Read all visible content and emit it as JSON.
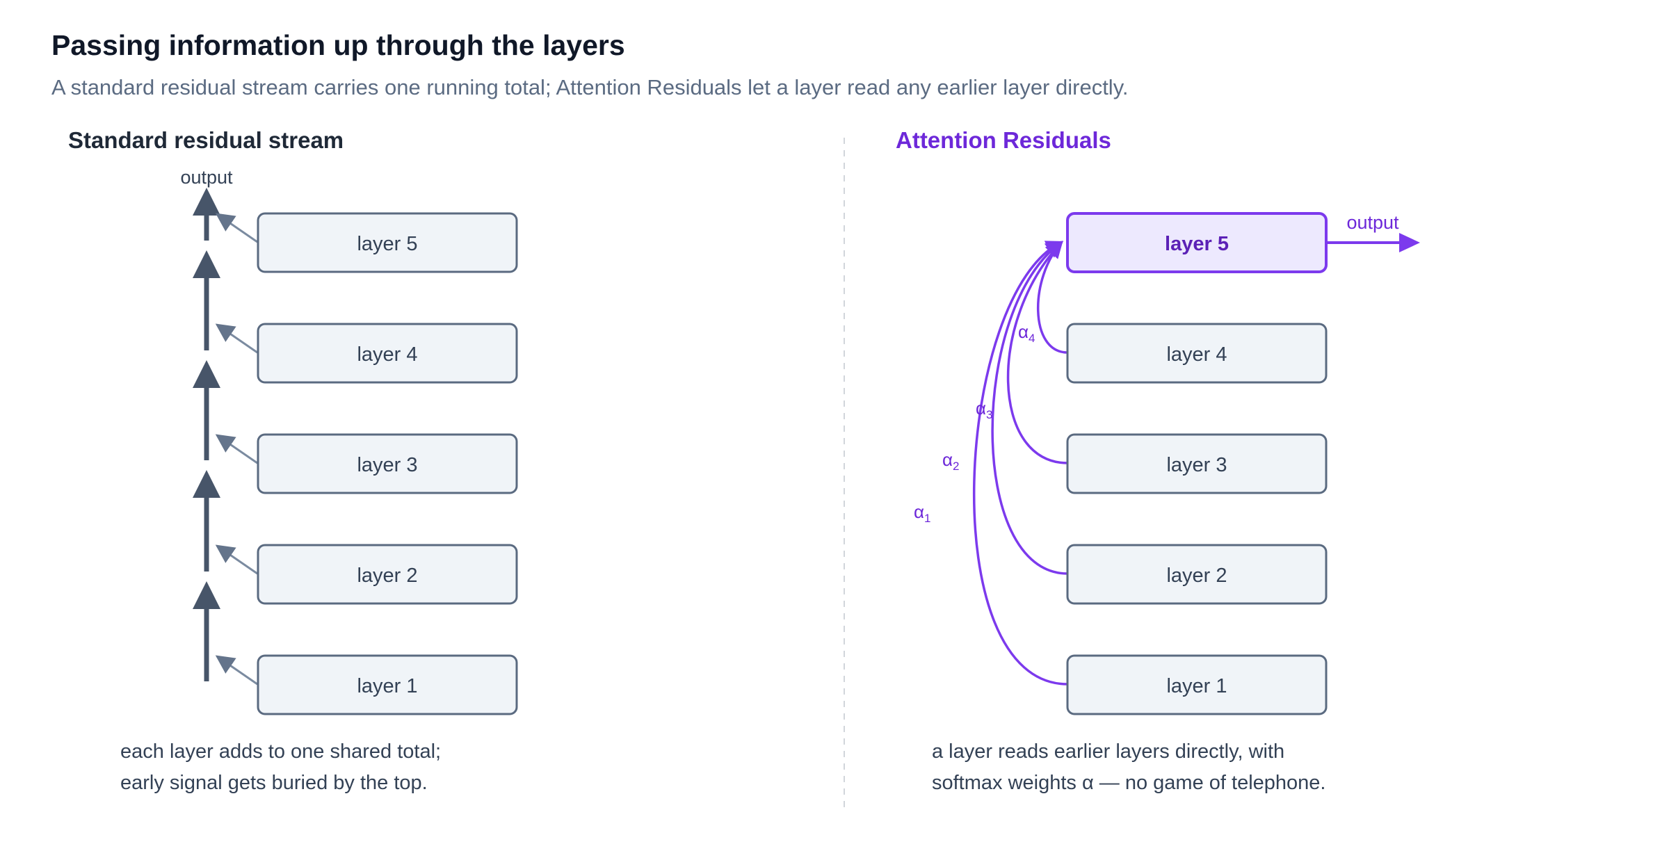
{
  "header": {
    "title": "Passing information up through the layers",
    "subtitle": "A standard residual stream carries one running total; Attention Residuals let a layer read any earlier layer directly."
  },
  "left_panel": {
    "heading": "Standard residual stream",
    "output_label": "output",
    "layers": [
      "layer 1",
      "layer 2",
      "layer 3",
      "layer 4",
      "layer 5"
    ],
    "caption_line1": "each layer adds to one shared total;",
    "caption_line2": "early signal gets buried by the top."
  },
  "right_panel": {
    "heading": "Attention Residuals",
    "output_label": "output",
    "layers": [
      "layer 1",
      "layer 2",
      "layer 3",
      "layer 4",
      "layer 5"
    ],
    "weights": [
      {
        "symbol": "α",
        "sub": "1"
      },
      {
        "symbol": "α",
        "sub": "2"
      },
      {
        "symbol": "α",
        "sub": "3"
      },
      {
        "symbol": "α",
        "sub": "4"
      }
    ],
    "caption_line1": "a layer reads earlier layers directly, with",
    "caption_line2": "softmax weights α — no game of telephone."
  },
  "colors": {
    "dark": "#475569",
    "box_fill": "#f0f4f8",
    "box_stroke": "#5a6a80",
    "purple": "#7c3aed",
    "purple_text": "#6d28d9",
    "highlight_fill": "#ede9fe",
    "divider": "#d1d5db"
  }
}
